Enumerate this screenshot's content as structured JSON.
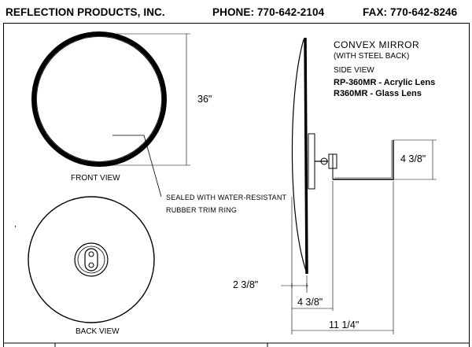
{
  "header": {
    "company": "REFLECTION PRODUCTS, INC.",
    "phone": "PHONE: 770-642-2104",
    "fax": "FAX: 770-642-8246"
  },
  "front_view": {
    "label": "FRONT VIEW",
    "diameter": "36\"",
    "callout_line1": "SEALED WITH WATER-RESISTANT",
    "callout_line2": "RUBBER TRIM RING"
  },
  "back_view": {
    "label": "BACK VIEW"
  },
  "side_view": {
    "title_line1": "CONVEX MIRROR",
    "title_line2": "(WITH STEEL BACK)",
    "label": "SIDE VIEW",
    "model_acrylic": "RP-360MR - Acrylic Lens",
    "model_glass": "R360MR - Glass Lens",
    "dim_bracket_height": "4 3/8\"",
    "dim_depth": "2 3/8\"",
    "dim_bracket_offset": "4 3/8\"",
    "dim_overall": "11 1/4\""
  },
  "stray_mark": ","
}
